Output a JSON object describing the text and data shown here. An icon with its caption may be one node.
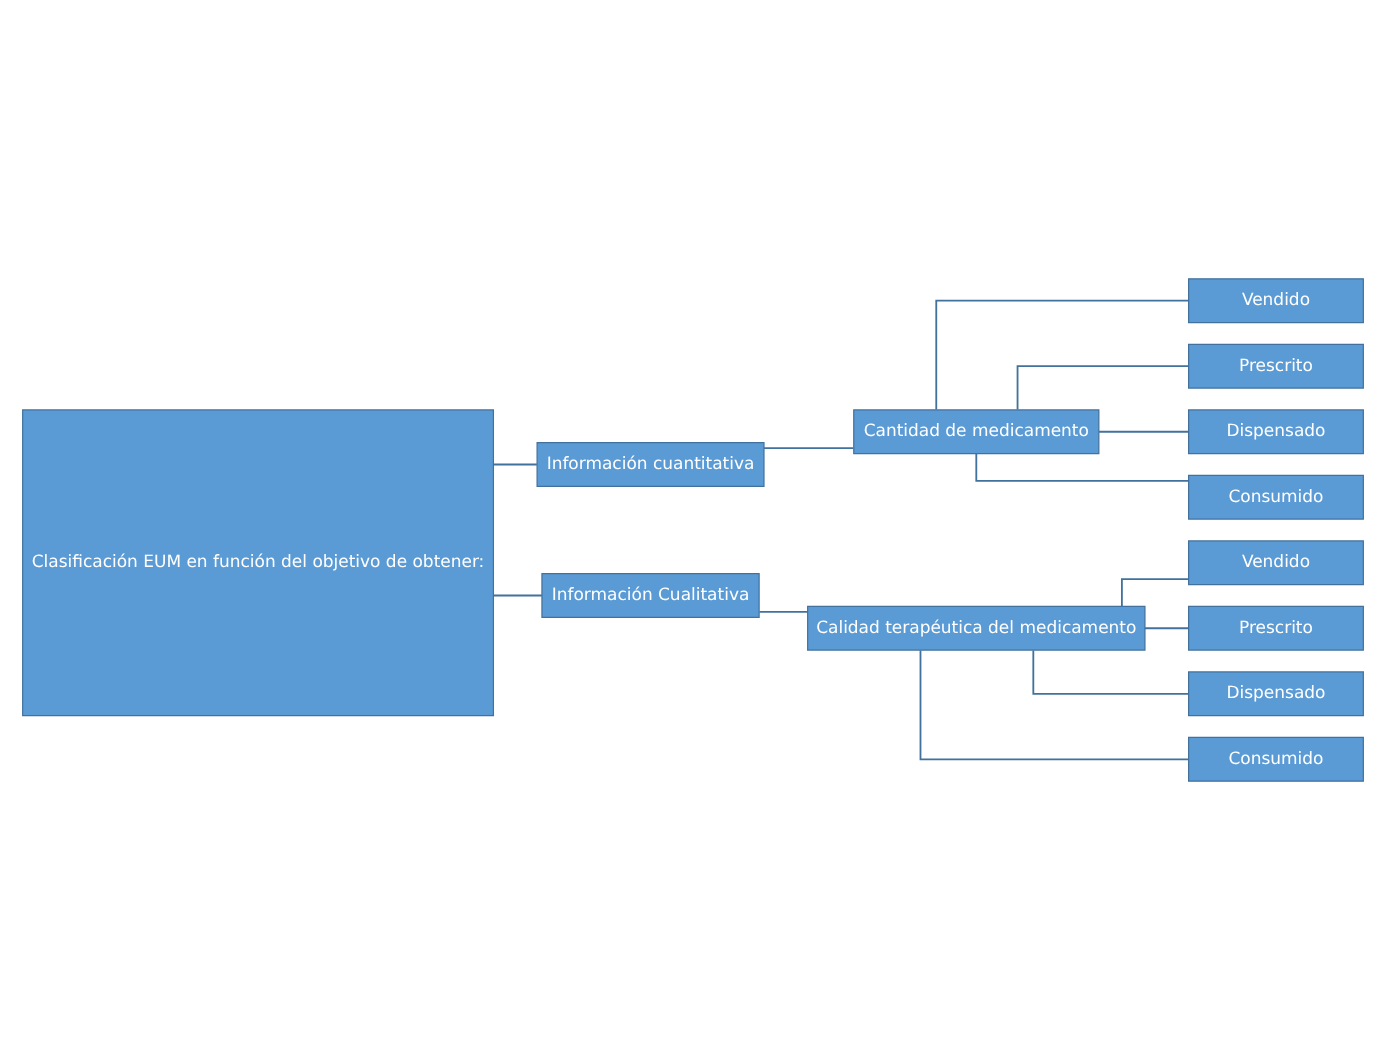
{
  "diagram": {
    "nodes": [
      {
        "text": [
          "Clasificación EUM en función del objetivo de obtener:"
        ]
      },
      {
        "text": [
          "Información cuantitativa"
        ]
      },
      {
        "text": [
          "Cantidad de medicamento"
        ]
      },
      {
        "text": [
          "Vendido"
        ]
      },
      {
        "text": [
          "Prescrito"
        ]
      },
      {
        "text": [
          "Dispensado"
        ]
      },
      {
        "text": [
          "Consumido"
        ]
      },
      {
        "text": [
          "Información Cualitativa"
        ]
      },
      {
        "text": [
          "Calidad terapéutica del medicamento"
        ]
      },
      {
        "text": [
          "Vendido"
        ]
      },
      {
        "text": [
          "Prescrito"
        ]
      },
      {
        "text": [
          "Dispensado"
        ]
      },
      {
        "text": [
          "Consumido"
        ]
      }
    ],
    "edges": [
      {
        "from": 0,
        "to": 1,
        "arrow": "none"
      },
      {
        "from": 0,
        "to": 7,
        "arrow": "none"
      },
      {
        "from": 1,
        "to": 2,
        "arrow": "none"
      },
      {
        "from": 2,
        "to": 3,
        "arrow": "none"
      },
      {
        "from": 2,
        "to": 4,
        "arrow": "none"
      },
      {
        "from": 2,
        "to": 5,
        "arrow": "none"
      },
      {
        "from": 2,
        "to": 6,
        "arrow": "none"
      },
      {
        "from": 7,
        "to": 8,
        "arrow": "none"
      },
      {
        "from": 8,
        "to": 9,
        "arrow": "none"
      },
      {
        "from": 8,
        "to": 10,
        "arrow": "none"
      },
      {
        "from": 8,
        "to": 11,
        "arrow": "none"
      },
      {
        "from": 8,
        "to": 12,
        "arrow": "none"
      }
    ]
  }
}
